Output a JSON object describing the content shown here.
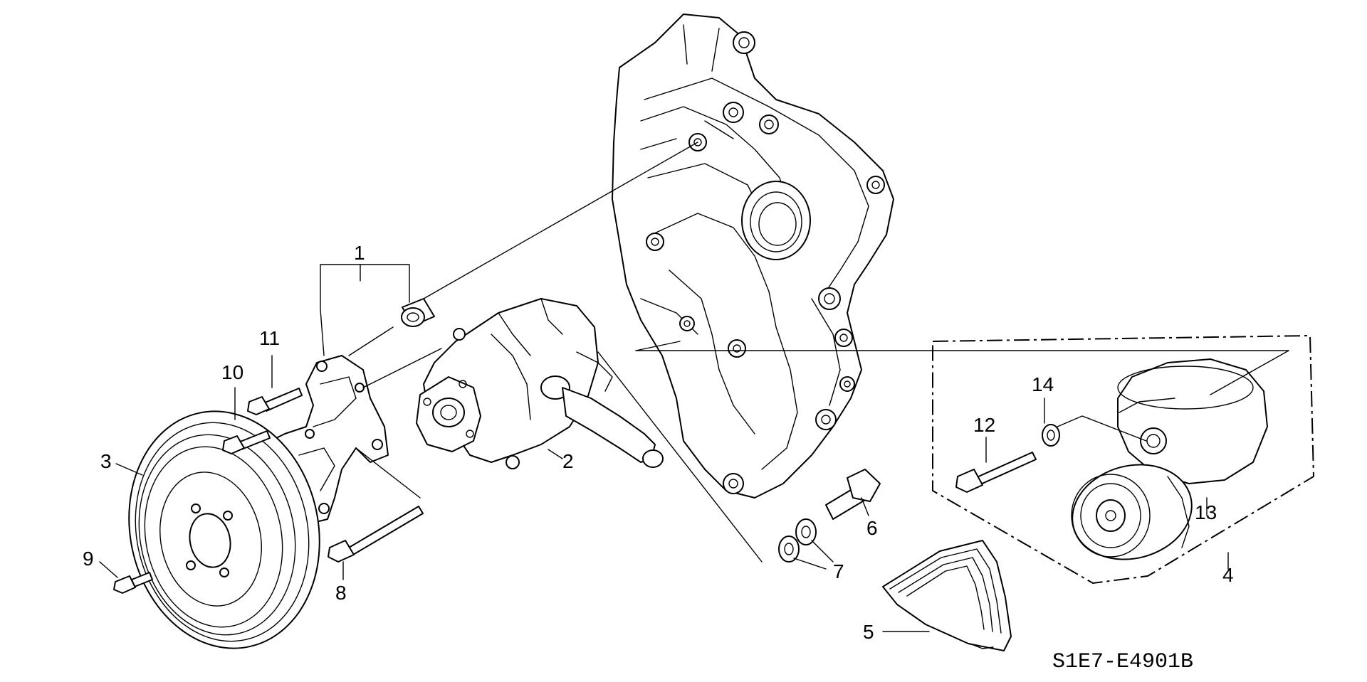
{
  "diagram": {
    "code": "S1E7-E4901B",
    "callouts": {
      "c1": "1",
      "c2": "2",
      "c3": "3",
      "c4": "4",
      "c5": "5",
      "c6": "6",
      "c7": "7",
      "c8": "8",
      "c9": "9",
      "c10": "10",
      "c11": "11",
      "c12": "12",
      "c13": "13",
      "c14": "14"
    }
  }
}
